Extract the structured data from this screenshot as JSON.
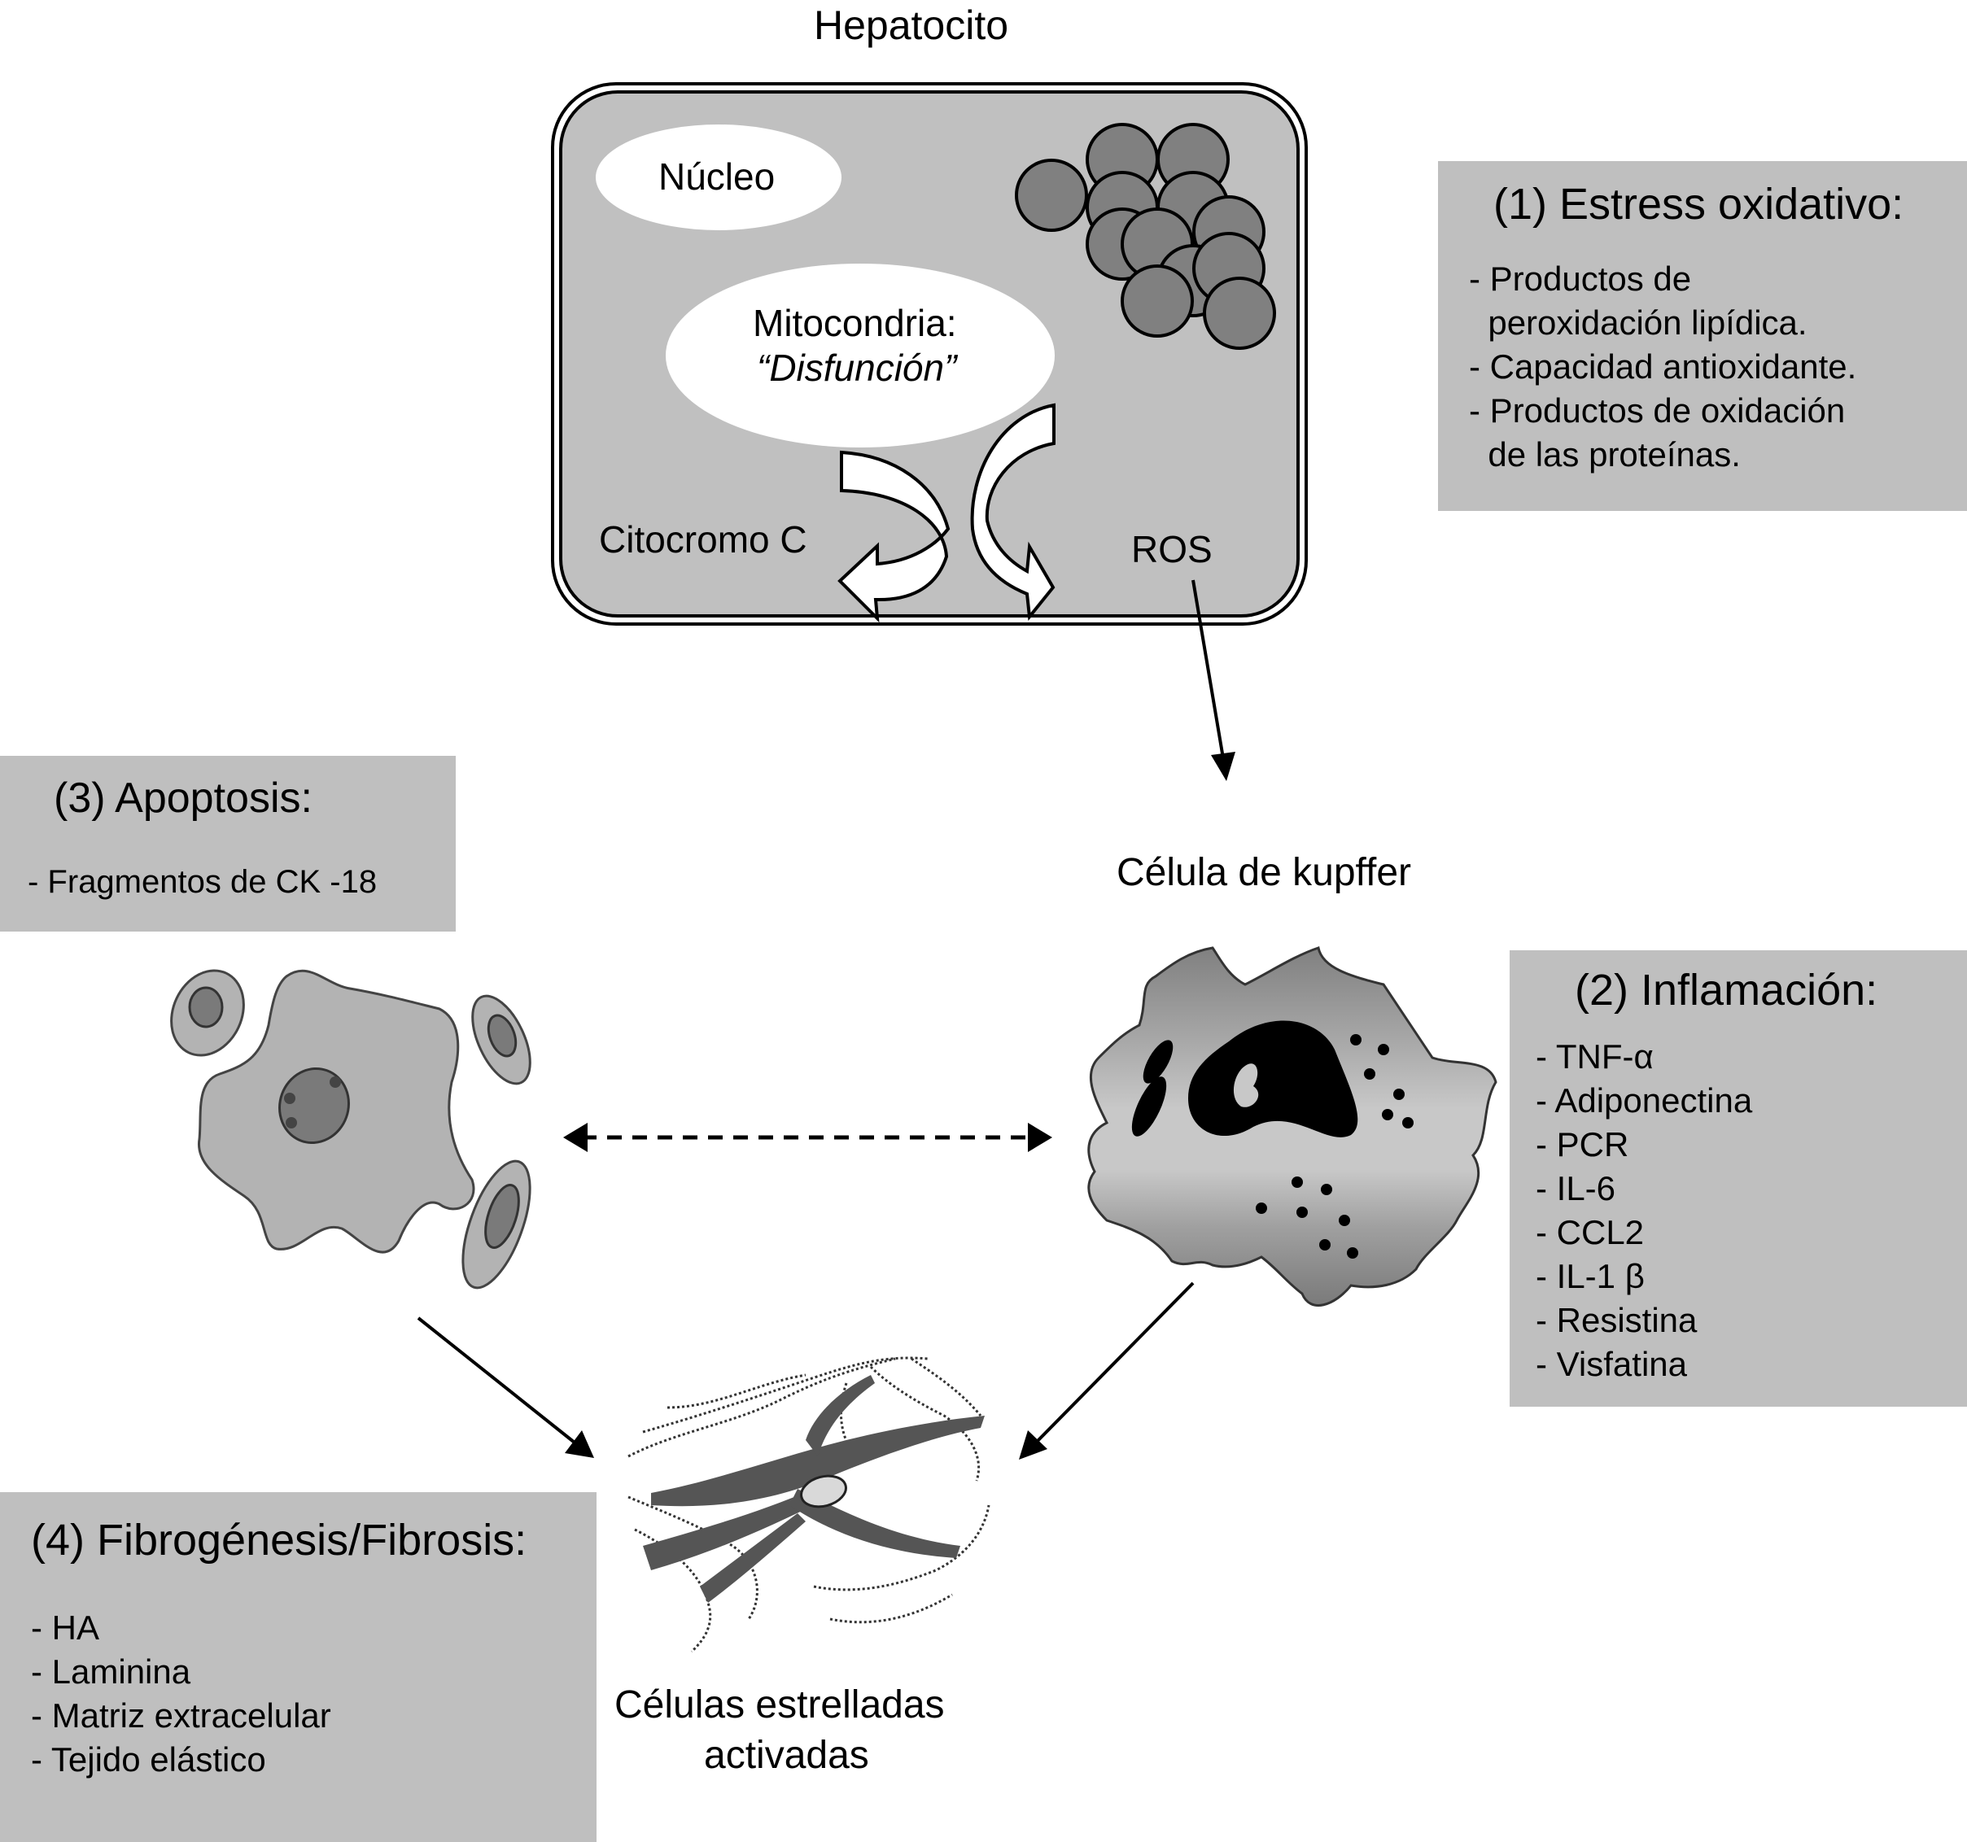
{
  "hepatocyte": {
    "title": "Hepatocito",
    "nucleus_label": "Núcleo",
    "mitochondria_label": "Mitocondria:",
    "mitochondria_state": "“Disfunción”",
    "cytochrome_label": "Citocromo C",
    "ros_label": "ROS"
  },
  "kupffer": {
    "label": "Célula de kupffer"
  },
  "stellate": {
    "label_line1": "Células estrelladas",
    "label_line2": "activadas"
  },
  "boxes": {
    "oxidative_stress": {
      "title": "(1) Estress oxidativo:",
      "items": [
        "- Productos de",
        "  peroxidación lipídica.",
        "- Capacidad antioxidante.",
        "- Productos de oxidación",
        "  de las proteínas."
      ]
    },
    "inflammation": {
      "title": "(2) Inflamación:",
      "items": [
        "- TNF-α",
        "- Adiponectina",
        "- PCR",
        "- IL-6",
        "- CCL2",
        "- IL-1 β",
        "- Resistina",
        "- Visfatina"
      ]
    },
    "apoptosis": {
      "title": "(3) Apoptosis:",
      "items": [
        "- Fragmentos de CK -18"
      ]
    },
    "fibrosis": {
      "title": "(4) Fibrogénesis/Fibrosis:",
      "items": [
        "- HA",
        "- Laminina",
        "- Matriz extracelular",
        "- Tejido elástico"
      ]
    }
  },
  "colors": {
    "box_fill": "#bfbfbf",
    "cell_fill": "#c0c0c0",
    "vesicle_fill": "#808080",
    "ink": "#000000"
  }
}
